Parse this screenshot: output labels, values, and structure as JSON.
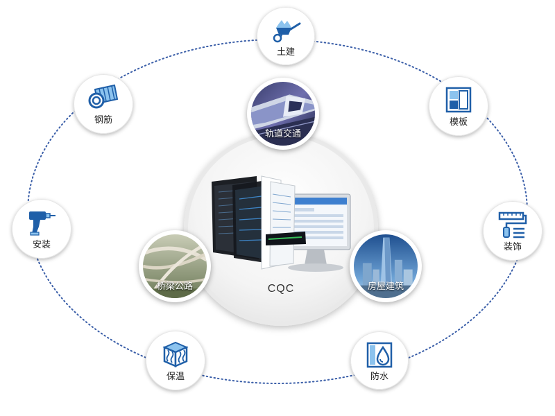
{
  "center": {
    "label": "CQC"
  },
  "outer_nodes": [
    {
      "label": "土建",
      "icon": "wheelbarrow-icon"
    },
    {
      "label": "模板",
      "icon": "formwork-panel-icon"
    },
    {
      "label": "装饰",
      "icon": "paint-roller-icon"
    },
    {
      "label": "防水",
      "icon": "water-drop-icon"
    },
    {
      "label": "保温",
      "icon": "heat-box-icon"
    },
    {
      "label": "安装",
      "icon": "drill-icon"
    },
    {
      "label": "钢筋",
      "icon": "rebar-roll-icon"
    }
  ],
  "inner_nodes": [
    {
      "label": "轨道交通",
      "icon": "subway-train-photo"
    },
    {
      "label": "桥梁公路",
      "icon": "highway-interchange-photo"
    },
    {
      "label": "房屋建筑",
      "icon": "skyscraper-photo"
    }
  ],
  "colors": {
    "accent": "#1f5fa8",
    "accent_light": "#8cc3ee",
    "dotted": "#3a5ea8"
  }
}
